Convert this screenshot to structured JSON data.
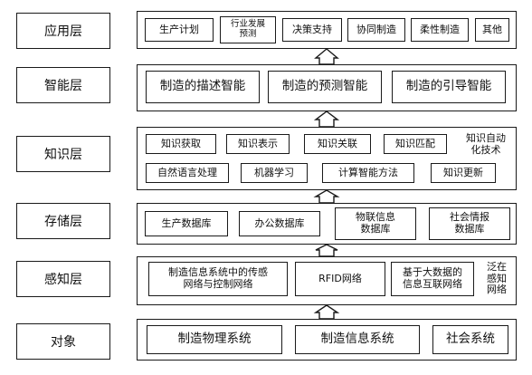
{
  "layers": {
    "application": {
      "label": "应用层",
      "items": [
        "生产计划",
        "行业发展\n预测",
        "决策支持",
        "协同制造",
        "柔性制造",
        "其他"
      ]
    },
    "intelligence": {
      "label": "智能层",
      "items": [
        "制造的描述智能",
        "制造的预测智能",
        "制造的引导智能"
      ]
    },
    "knowledge": {
      "label": "知识层",
      "row1": [
        "知识获取",
        "知识表示",
        "知识关联",
        "知识匹配"
      ],
      "extra": "知识自动\n化技术",
      "row2": [
        "自然语言处理",
        "机器学习",
        "计算智能方法",
        "知识更新"
      ]
    },
    "storage": {
      "label": "存储层",
      "items": [
        "生产数据库",
        "办公数据库",
        "物联信息\n数据库",
        "社会情报\n数据库"
      ]
    },
    "perception": {
      "label": "感知层",
      "items": [
        "制造信息系统中的传感\n网络与控制网络",
        "RFID网络",
        "基于大数据的\n信息互联网络"
      ],
      "extra": "泛在\n感知\n网络"
    },
    "object": {
      "label": "对象",
      "items": [
        "制造物理系统",
        "制造信息系统",
        "社会系统"
      ]
    }
  }
}
